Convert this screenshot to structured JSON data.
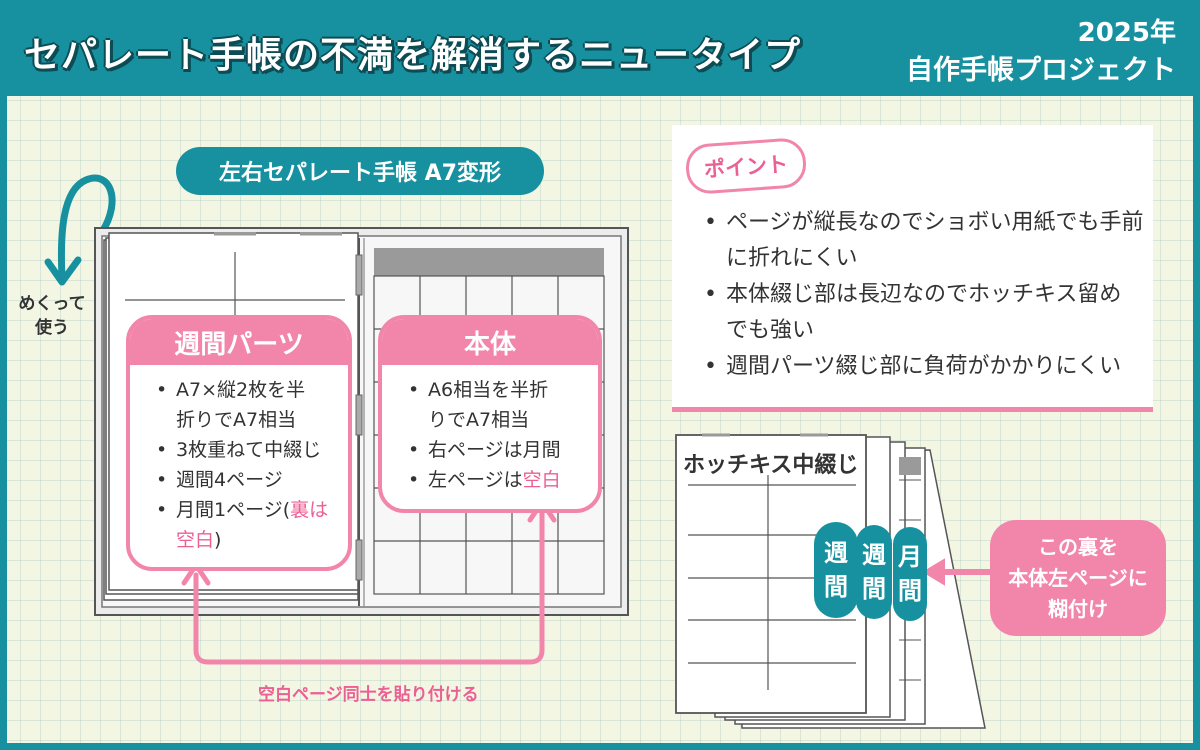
{
  "header": {
    "title": "セパレート手帳の不満を解消するニュータイプ",
    "year": "2025年",
    "project": "自作手帳プロジェクト"
  },
  "left": {
    "pill_label": "左右セパレート手帳 A7変形",
    "flip_caption": [
      "めくって",
      "使う"
    ],
    "weekly_panel": {
      "title": "週間パーツ",
      "items": [
        "A7×縦2枚を半",
        "折りでA7相当",
        "3枚重ねて中綴じ",
        "週間4ページ",
        "月間1ページ(",
        "裏は",
        "空白",
        ")"
      ]
    },
    "body_panel": {
      "title": "本体",
      "items": [
        "A6相当を半折",
        "りでA7相当",
        "右ページは月間",
        "左ページは",
        "空白"
      ]
    },
    "bottom_caption": "空白ページ同士を貼り付ける"
  },
  "point": {
    "badge": "ポイント",
    "items": [
      "ページが縦長なのでショボい用紙でも手前",
      "に折れにくい",
      "本体綴じ部は長辺なのでホッチキス留め",
      "でも強い",
      "週間パーツ綴じ部に負荷がかかりにくい"
    ]
  },
  "stapled": {
    "title": "ホッチキス中綴じ",
    "tab_weekly": [
      "週",
      "間"
    ],
    "tab_weekly2": [
      "週",
      "間"
    ],
    "tab_monthly": [
      "月",
      "間"
    ],
    "note": [
      "この裏を",
      "本体左ページに",
      "糊付け"
    ]
  },
  "colors": {
    "teal": "#17919f",
    "pink": "#f286aa",
    "pink_text": "#ec5f93",
    "background": "#f4f6e4"
  }
}
